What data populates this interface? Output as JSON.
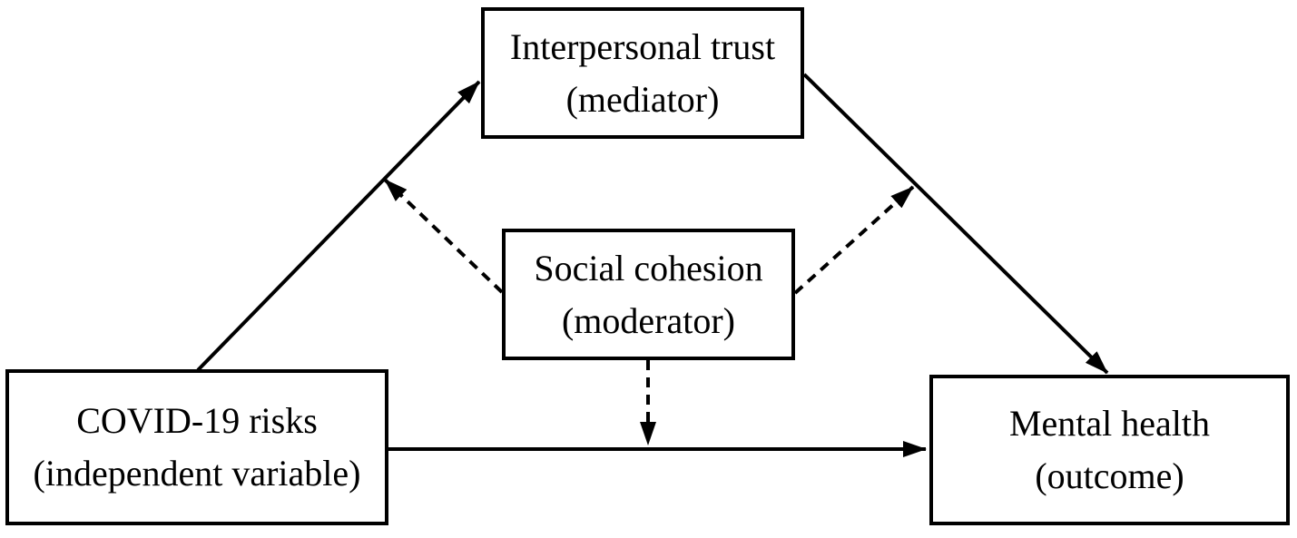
{
  "figure": {
    "type": "conceptual-model-diagram",
    "colors": {
      "background": "#ffffff",
      "line": "#000000",
      "text": "#000000"
    },
    "nodes": {
      "mediator": {
        "title": "Interpersonal trust",
        "subtitle": "(mediator)"
      },
      "moderator": {
        "title": "Social cohesion",
        "subtitle": "(moderator)"
      },
      "independent": {
        "title": "COVID-19 risks",
        "subtitle": "(independent variable)"
      },
      "outcome": {
        "title": "Mental health",
        "subtitle": "(outcome)"
      }
    },
    "edges": [
      {
        "from": "independent",
        "to": "mediator",
        "style": "solid"
      },
      {
        "from": "mediator",
        "to": "outcome",
        "style": "solid"
      },
      {
        "from": "independent",
        "to": "outcome",
        "style": "solid"
      },
      {
        "from": "moderator",
        "to": "path-independent-to-mediator",
        "style": "dashed"
      },
      {
        "from": "moderator",
        "to": "path-mediator-to-outcome",
        "style": "dashed"
      },
      {
        "from": "moderator",
        "to": "path-independent-to-outcome",
        "style": "dashed"
      }
    ]
  }
}
